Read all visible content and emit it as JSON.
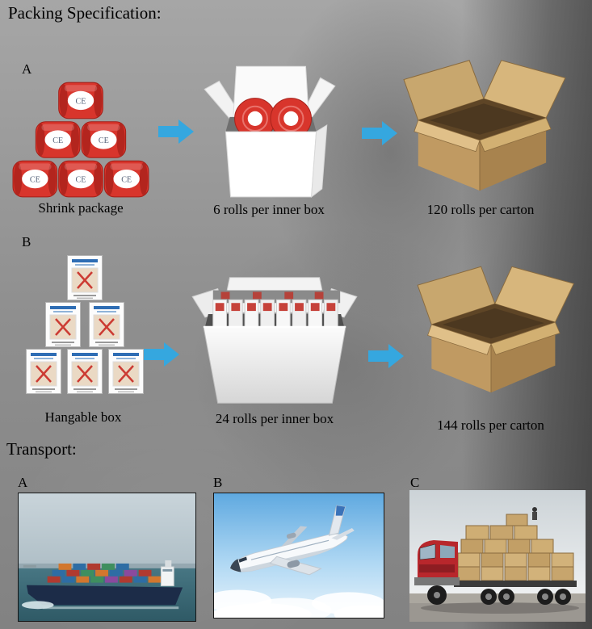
{
  "header": {
    "title": "Packing Specification:"
  },
  "packing": {
    "row_a": {
      "label": "A",
      "shrink_caption": "Shrink package",
      "inner_caption": "6 rolls per inner box",
      "carton_caption": "120 rolls per carton",
      "roll_mark": "CE"
    },
    "row_b": {
      "label": "B",
      "shrink_caption": "Hangable box",
      "inner_caption": "24 rolls per inner box",
      "carton_caption": "144 rolls per carton"
    }
  },
  "transport": {
    "title": "Transport:",
    "items": [
      {
        "label": "A"
      },
      {
        "label": "B"
      },
      {
        "label": "C"
      }
    ]
  },
  "colors": {
    "arrow": "#35a7df",
    "carton": "#c09a62",
    "roll": "#d8352c"
  }
}
